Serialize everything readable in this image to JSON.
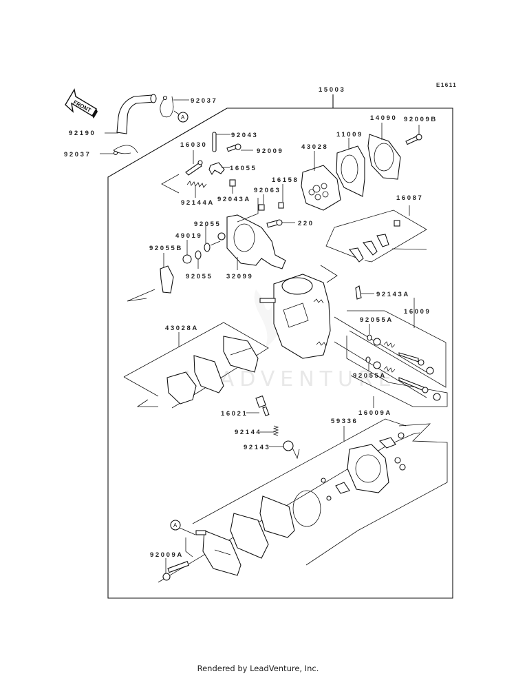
{
  "diagram": {
    "code": "E1611",
    "assembly_label": "15003",
    "front_marker": "FRONT",
    "ref_marker": "A",
    "watermark": "LEADVENTURE",
    "parts": [
      {
        "id": "p92037a",
        "number": "92037"
      },
      {
        "id": "p92190",
        "number": "92190"
      },
      {
        "id": "p92037b",
        "number": "92037"
      },
      {
        "id": "p92043",
        "number": "92043"
      },
      {
        "id": "p92009",
        "number": "92009"
      },
      {
        "id": "p16030",
        "number": "16030"
      },
      {
        "id": "p16055",
        "number": "16055"
      },
      {
        "id": "p92144A",
        "number": "92144A"
      },
      {
        "id": "p92043A",
        "number": "92043A"
      },
      {
        "id": "p43028",
        "number": "43028"
      },
      {
        "id": "p11009",
        "number": "11009"
      },
      {
        "id": "p14090",
        "number": "14090"
      },
      {
        "id": "p92009B",
        "number": "92009B"
      },
      {
        "id": "p16158",
        "number": "16158"
      },
      {
        "id": "p92063",
        "number": "92063"
      },
      {
        "id": "p220",
        "number": "220"
      },
      {
        "id": "p16087",
        "number": "16087"
      },
      {
        "id": "p92055a",
        "number": "92055"
      },
      {
        "id": "p49019",
        "number": "49019"
      },
      {
        "id": "p92055B",
        "number": "92055B"
      },
      {
        "id": "p92055b",
        "number": "92055"
      },
      {
        "id": "p32099",
        "number": "32099"
      },
      {
        "id": "p92143A",
        "number": "92143A"
      },
      {
        "id": "p16009",
        "number": "16009"
      },
      {
        "id": "p92055Aa",
        "number": "92055A"
      },
      {
        "id": "p92055Ab",
        "number": "92055A"
      },
      {
        "id": "p43028A",
        "number": "43028A"
      },
      {
        "id": "p16009A",
        "number": "16009A"
      },
      {
        "id": "p16021",
        "number": "16021"
      },
      {
        "id": "p92144",
        "number": "92144"
      },
      {
        "id": "p92143",
        "number": "92143"
      },
      {
        "id": "p59336",
        "number": "59336"
      },
      {
        "id": "p92009A",
        "number": "92009A"
      }
    ]
  },
  "footer": {
    "text": "Rendered by LeadVenture, Inc."
  }
}
